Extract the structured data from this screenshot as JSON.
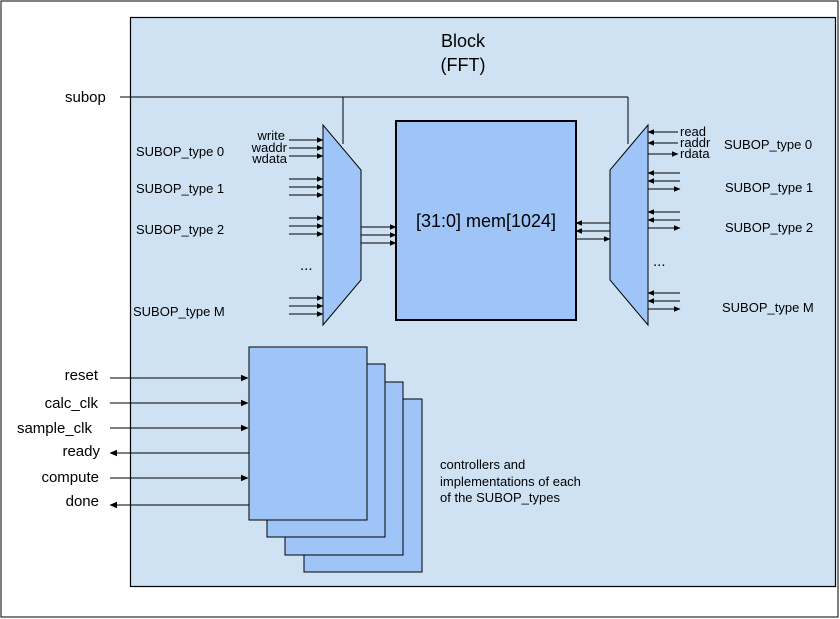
{
  "block": {
    "title": "Block",
    "subtitle": "(FFT)"
  },
  "memory": {
    "label": "[31:0] mem[1024]"
  },
  "subop_label": "subop",
  "left_mux": {
    "port_labels": [
      "write",
      "waddr",
      "wdata"
    ],
    "inputs": [
      "SUBOP_type 0",
      "SUBOP_type 1",
      "SUBOP_type 2",
      "SUBOP_type M"
    ],
    "ellipsis": "..."
  },
  "right_mux": {
    "port_labels": [
      "read",
      "raddr",
      "rdata"
    ],
    "inputs": [
      "SUBOP_type 0",
      "SUBOP_type 1",
      "SUBOP_type 2",
      "SUBOP_type M"
    ],
    "ellipsis": "..."
  },
  "controller": {
    "signals": [
      "reset",
      "calc_clk",
      "sample_clk",
      "ready",
      "compute",
      "done"
    ],
    "description": [
      "controllers and",
      "implementations of each",
      "of the SUBOP_types"
    ]
  },
  "colors": {
    "block_fill": "#cfe2f3",
    "component_fill": "#9fc5f8",
    "stroke": "#000000",
    "background": "#ffffff"
  }
}
